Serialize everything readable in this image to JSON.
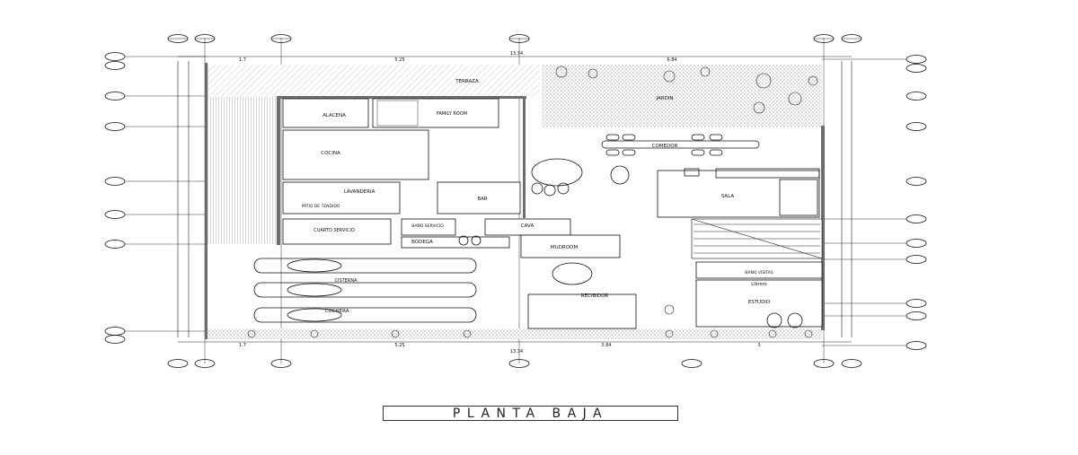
{
  "title": "PLANTA BAJA",
  "rooms": {
    "terraza": "TERRAZA",
    "jardin": "JARDIN",
    "alacena": "ALACENA",
    "family_room": "FAMILY ROOM",
    "cocina": "COCINA",
    "comedor": "COMEDOR",
    "sala": "SALA",
    "lavanderia": "LAVANDERIA",
    "patio_tendido": "PATIO DE TENDIDO",
    "bar": "BAR",
    "bano_servicio": "BAÑO SERVICIO",
    "cava": "CAVA",
    "cuarto_servicio": "CUARTO SERVICIO",
    "bodega": "BODEGA",
    "mudroom": "MUDROOM",
    "bano_visitas": "BAÑO VISITAS",
    "libreros": "Librero",
    "estudio": "ESTUDIO",
    "recibidor": "RECIBIDOR",
    "cochera": "COCHERA",
    "cisterna": "CISTERNA"
  },
  "dimensions": {
    "top": [
      "1.7",
      "5.25",
      "13.34",
      "6.84"
    ],
    "bottom": [
      "1.7",
      "5.25",
      "13.34",
      "3.84",
      "3"
    ]
  }
}
